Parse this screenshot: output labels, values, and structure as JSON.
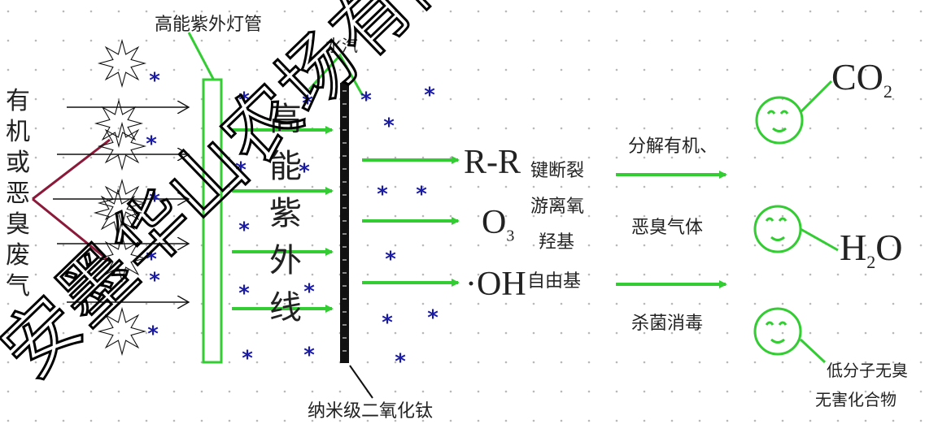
{
  "labels": {
    "uv_lamp": "高能紫外灯管",
    "water_vapor": "水汽",
    "titanium": "纳米级二氧化钛",
    "bond_break": "键断裂",
    "free_oxygen": "游离氧",
    "hydroxyl": "羟基",
    "free_radical": "自由基",
    "decompose_1": "分解有机、",
    "decompose_2": "恶臭气体",
    "sterilize": "杀菌消毒",
    "low_molecule_1": "低分子无臭",
    "low_molecule_2": "无害化合物"
  },
  "inlet_chars": [
    "有",
    "机",
    "或",
    "恶",
    "臭",
    "废",
    "气"
  ],
  "uv_chars": [
    "高",
    "能",
    "紫",
    "外",
    "线"
  ],
  "chem": {
    "rr": "R-R",
    "o3_main": "O",
    "o3_sub": "3",
    "oh": "·OH",
    "co2_main": "CO",
    "co2_sub": "2",
    "h2o_h": "H",
    "h2o_sub": "2",
    "h2o_o": "O"
  },
  "watermark": "安墨华山农场有限公司",
  "colors": {
    "green": "#33cc33",
    "maroon": "#8b1a3a",
    "blue": "#1a1aa8",
    "black": "#111111",
    "dot": "#b8b8b8",
    "watermark": "#000000"
  }
}
